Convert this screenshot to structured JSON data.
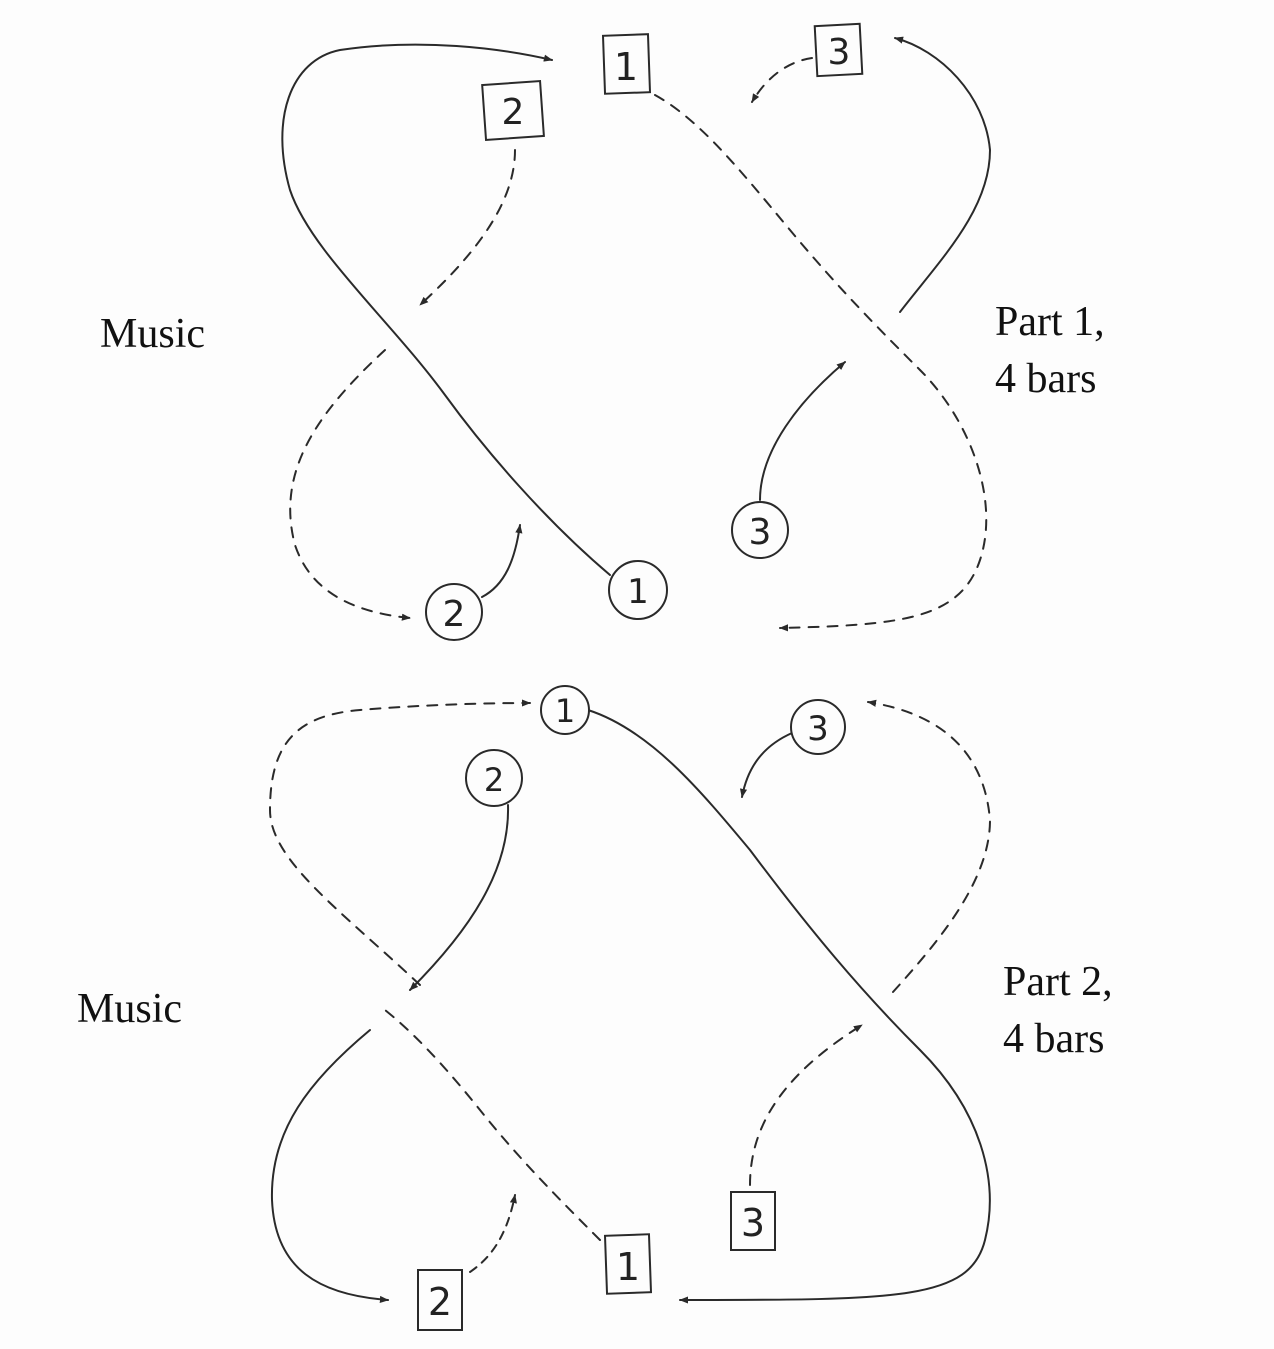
{
  "labels": {
    "music_top": "Music",
    "music_bottom": "Music",
    "part1_line1": "Part 1,",
    "part1_line2": "4 bars",
    "part2_line1": "Part 2,",
    "part2_line2": "4 bars"
  },
  "dancers": {
    "part1": {
      "box_1": "1",
      "box_2": "2",
      "box_3": "3",
      "circle_1": "1",
      "circle_2": "2",
      "circle_3": "3"
    },
    "part2": {
      "circle_1": "1",
      "circle_2": "2",
      "circle_3": "3",
      "box_1": "1",
      "box_2": "2",
      "box_3": "3"
    }
  },
  "legend": {
    "box_meaning": "",
    "circle_meaning": ""
  },
  "colors": {
    "ink": "#2a2a2a",
    "paper": "#fdfdfd"
  }
}
